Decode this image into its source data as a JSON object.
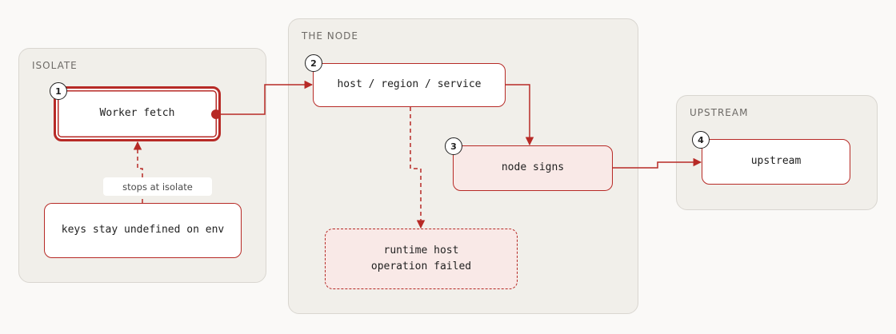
{
  "groups": {
    "isolate": "ISOLATE",
    "node": "THE NODE",
    "upstream": "UPSTREAM"
  },
  "nodes": {
    "worker_fetch": "Worker fetch",
    "keys_undefined": "keys stay undefined on env",
    "host_region_service": "host / region / service",
    "node_signs": "node signs",
    "runtime_failed": "runtime host\noperation failed",
    "upstream": "upstream"
  },
  "badges": [
    "1",
    "2",
    "3",
    "4"
  ],
  "edge_labels": {
    "stops_at_isolate": "stops at isolate"
  },
  "colors": {
    "accent": "#b72a26",
    "pink_fill": "#f9e9e7",
    "group_fill": "#f1efea"
  }
}
